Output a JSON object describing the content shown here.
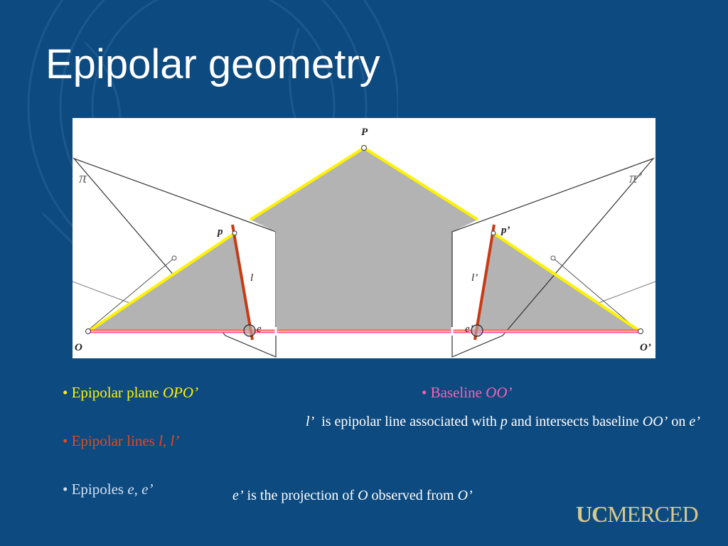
{
  "slide": {
    "title": "Epipolar geometry"
  },
  "diagram": {
    "label_P": "P",
    "label_pi": "π",
    "label_pi_prime": "π’",
    "label_p": "p",
    "label_p_prime": "p’",
    "label_l": "l",
    "label_l_prime": "l’",
    "label_e": "e",
    "label_e_prime": "e’",
    "label_O": "O",
    "label_O_prime": "O’"
  },
  "bullets": {
    "plane_text": "• Epipolar plane ",
    "plane_italic": "OPO’",
    "lines_text": "• Epipolar lines ",
    "lines_italic_1": "l",
    "lines_sep": ", ",
    "lines_italic_2": "l’",
    "epipoles_text": "• Epipoles ",
    "epipoles_italic_1": "e",
    "epipoles_sep": ", ",
    "epipoles_italic_2": "e’",
    "baseline_text": "• Baseline ",
    "baseline_italic": "OO’"
  },
  "notes": {
    "n1_a": "l’",
    "n1_b": "  is epipolar line associated with ",
    "n1_c": "p",
    "n1_d": " and intersects baseline ",
    "n1_e": "OO’",
    "n1_f": " on ",
    "n1_g": "e’",
    "n2_a": "e’",
    "n2_b": " is the projection of ",
    "n2_c": "O",
    "n2_d": " observed from ",
    "n2_e": "O’"
  },
  "logo": {
    "uc": "UC",
    "merced": "MERCED"
  },
  "colors": {
    "background": "#0d4a80",
    "plane_fill": "#b3b3b3",
    "triangle_edge": "#fff200",
    "baseline": "#ff4fa8",
    "epipolar_line": "#c83a14",
    "plane_text": "#fff200",
    "lines_text": "#e8461e",
    "baseline_text": "#ff5fb4"
  }
}
